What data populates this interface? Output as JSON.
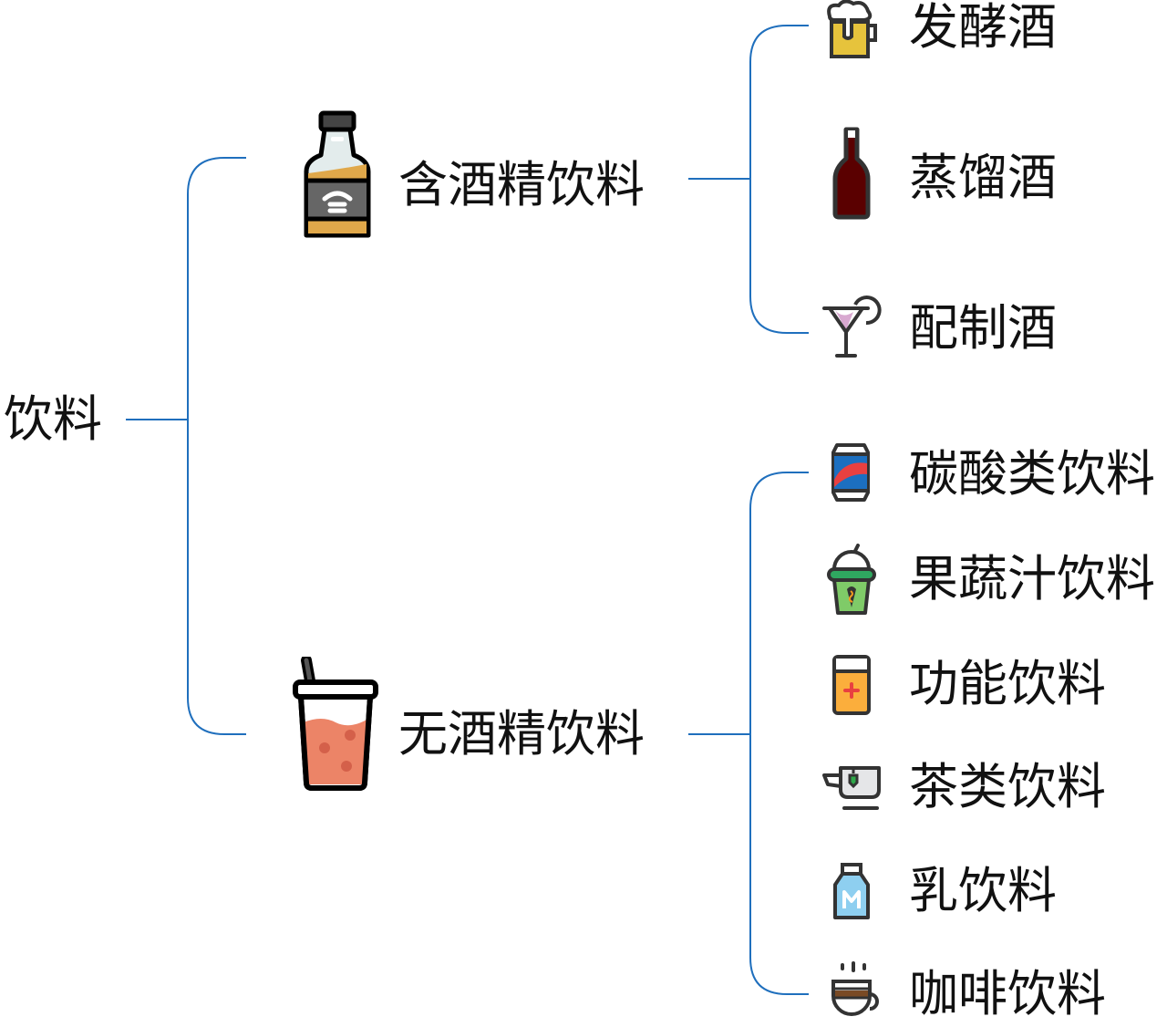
{
  "root": {
    "label": "饮料"
  },
  "colors": {
    "line": "#1f6fbd",
    "text": "#111111"
  },
  "branches": [
    {
      "label": "含酒精饮料",
      "icon": "liquor-bottle-icon",
      "children": [
        {
          "label": "发酵酒",
          "icon": "beer-mug-icon"
        },
        {
          "label": "蒸馏酒",
          "icon": "wine-bottle-icon"
        },
        {
          "label": "配制酒",
          "icon": "cocktail-icon"
        }
      ]
    },
    {
      "label": "无酒精饮料",
      "icon": "bubble-tea-cup-icon",
      "children": [
        {
          "label": "碳酸类饮料",
          "icon": "soda-can-icon"
        },
        {
          "label": "果蔬汁饮料",
          "icon": "juice-cup-icon"
        },
        {
          "label": "功能饮料",
          "icon": "energy-drink-icon"
        },
        {
          "label": "茶类饮料",
          "icon": "tea-cup-icon"
        },
        {
          "label": "乳饮料",
          "icon": "milk-bottle-icon"
        },
        {
          "label": "咖啡饮料",
          "icon": "coffee-cup-icon"
        }
      ]
    }
  ]
}
